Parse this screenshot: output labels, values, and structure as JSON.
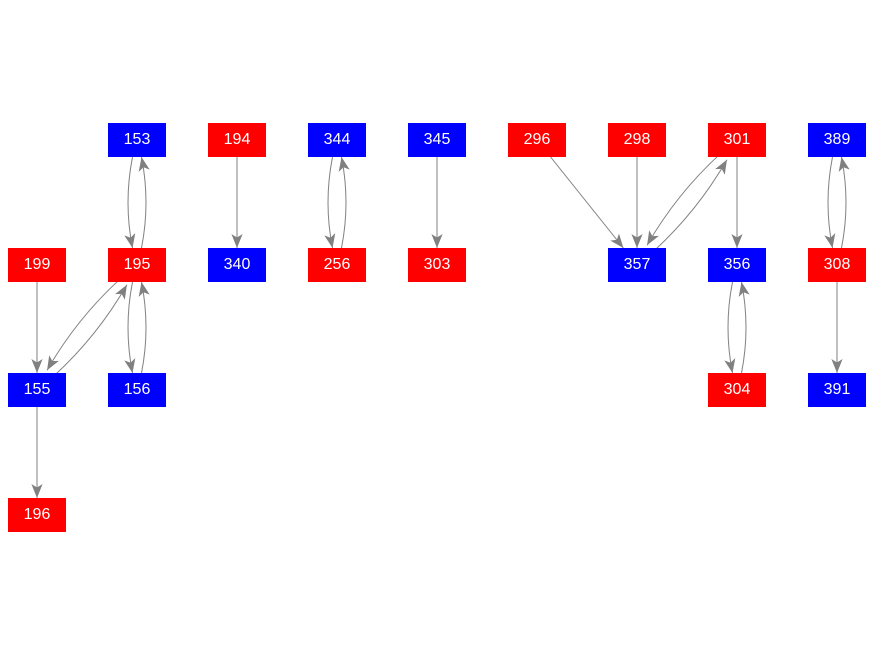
{
  "colors": {
    "red": "#ff0000",
    "blue": "#0000ff",
    "edge": "#808080"
  },
  "nodes": [
    {
      "id": "153",
      "color": "blue"
    },
    {
      "id": "194",
      "color": "red"
    },
    {
      "id": "344",
      "color": "blue"
    },
    {
      "id": "345",
      "color": "blue"
    },
    {
      "id": "296",
      "color": "red"
    },
    {
      "id": "298",
      "color": "red"
    },
    {
      "id": "301",
      "color": "red"
    },
    {
      "id": "389",
      "color": "blue"
    },
    {
      "id": "199",
      "color": "red"
    },
    {
      "id": "195",
      "color": "red"
    },
    {
      "id": "340",
      "color": "blue"
    },
    {
      "id": "256",
      "color": "red"
    },
    {
      "id": "303",
      "color": "red"
    },
    {
      "id": "357",
      "color": "blue"
    },
    {
      "id": "356",
      "color": "blue"
    },
    {
      "id": "308",
      "color": "red"
    },
    {
      "id": "155",
      "color": "blue"
    },
    {
      "id": "156",
      "color": "blue"
    },
    {
      "id": "304",
      "color": "red"
    },
    {
      "id": "391",
      "color": "blue"
    },
    {
      "id": "196",
      "color": "red"
    }
  ],
  "edges": [
    [
      "153",
      "195"
    ],
    [
      "195",
      "153"
    ],
    [
      "194",
      "340"
    ],
    [
      "344",
      "256"
    ],
    [
      "256",
      "344"
    ],
    [
      "345",
      "303"
    ],
    [
      "296",
      "357"
    ],
    [
      "298",
      "357"
    ],
    [
      "301",
      "357"
    ],
    [
      "357",
      "301"
    ],
    [
      "301",
      "356"
    ],
    [
      "389",
      "308"
    ],
    [
      "308",
      "389"
    ],
    [
      "199",
      "155"
    ],
    [
      "195",
      "155"
    ],
    [
      "155",
      "195"
    ],
    [
      "195",
      "156"
    ],
    [
      "156",
      "195"
    ],
    [
      "356",
      "304"
    ],
    [
      "304",
      "356"
    ],
    [
      "308",
      "391"
    ],
    [
      "155",
      "196"
    ]
  ]
}
